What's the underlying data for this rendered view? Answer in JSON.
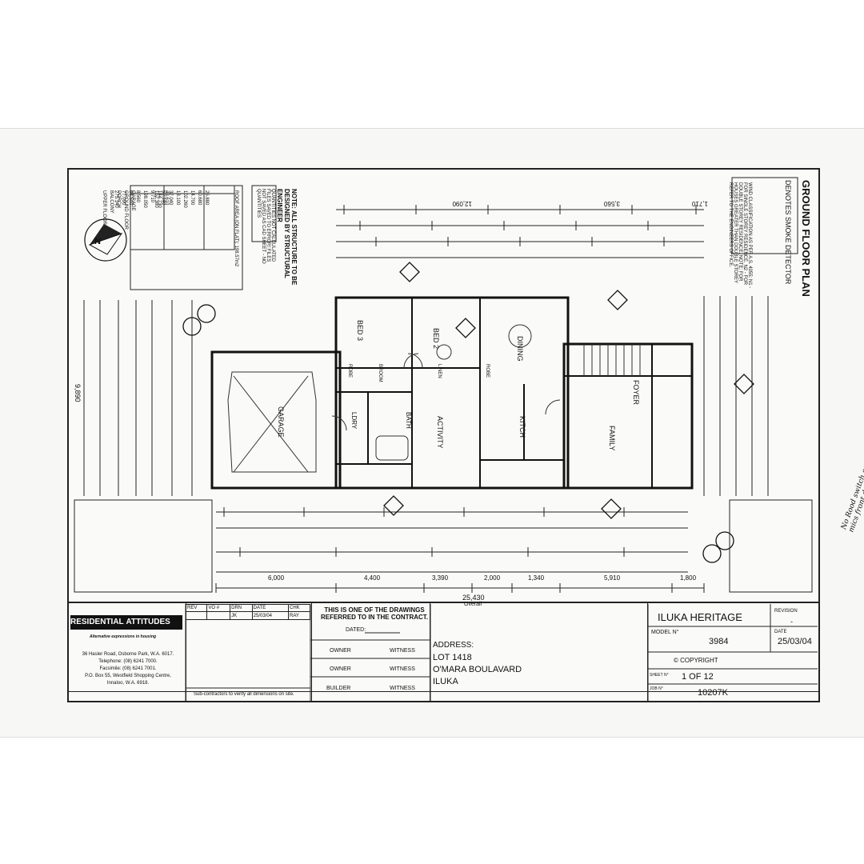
{
  "title_block": {
    "company": {
      "name_part1": "RESIDENTIAL",
      "name_part2": "ATTITUDES",
      "tagline": "Alternative expressions in housing",
      "address": [
        "36 Hasler Road, Osborne Park, W.A. 6017.",
        "Telephone: (08) 6241 7000.",
        "Facsimile: (08) 6241 7001.",
        "P.O. Box 55, Westfield Shopping Centre,",
        "Innaloo, W.A. 6918."
      ]
    },
    "revision_table": {
      "headers": [
        "REV",
        "VO #",
        "DRN",
        "DATE",
        "CHK"
      ],
      "row": [
        "",
        "",
        "JK",
        "25/03/04",
        "RAY"
      ]
    },
    "subcontractor_note": "Sub-contractors to verify all dimensions on site.",
    "contract_note": "THIS IS ONE OF THE DRAWINGS REFERRED TO IN THE CONTRACT.",
    "dated_label": "DATED:",
    "signatures": [
      [
        "OWNER",
        "WITNESS"
      ],
      [
        "OWNER",
        "WITNESS"
      ],
      [
        "BUILDER",
        "WITNESS"
      ]
    ],
    "address_label": "ADDRESS:",
    "address_lines": [
      "LOT 1418",
      "O'MARA BOULAVARD",
      "ILUKA"
    ],
    "project_name": "ILUKA HERITAGE",
    "revision_label": "REVISION",
    "revision_value": "-",
    "model_label": "MODEL N°",
    "model_value": "3984",
    "date_label": "DATE",
    "date_value": "25/03/04",
    "copyright": "© COPYRIGHT",
    "sheet_label": "SHEET N°",
    "sheet_value": "1 OF 12",
    "job_label": "JOB N°",
    "job_value": "10207K"
  },
  "plan": {
    "title": "GROUND FLOOR PLAN",
    "smoke_detector": "DENOTES SMOKE DETECTOR",
    "wind_note": "WIND CLASSIFICATION AS PER A.S. 4055: N1 - FOR SINGLE STOREY RESIDENCE. N2 - FOR DOUBLE STOREY RESIDENCE. NOTE: FOR HOUSES GREATER THAN DOUBLE STOREY REFER TO THE ENGINEERS OFFICE.",
    "structure_note": "NOTE: ALL STRUCTURE TO BE DESIGNED BY STRUCTURAL ENGINEER",
    "quantities_note": "QUANTITIES NOT CALCULATED FILES SAVED TO ERROR! FILES NOT SAVED AS CAD SHEET - NO QUANTITIES",
    "rooms": [
      "BED 3",
      "BED 2",
      "DINING",
      "GARAGE",
      "ACTIVITY",
      "KITCH",
      "FAMILY",
      "LDRY",
      "BATH",
      "ROBE",
      "BROOM",
      "LINEN",
      "ROBE",
      "FOYER"
    ],
    "overall_width": "25,430",
    "overall_label": "Overall",
    "overall_depth": "9,890",
    "area_table": {
      "headers": [
        "Location",
        "Area m2",
        "Perimeter m"
      ],
      "rows": [
        [
          "Ground floor",
          "",
          ""
        ],
        [
          "GARAGE",
          "43.610",
          "26.880"
        ],
        [
          "GROUND FLOOR",
          "144.730",
          "60.680"
        ],
        [
          "PORCH",
          "9.710",
          "14.700"
        ],
        [
          "",
          "198.050",
          "102.260"
        ],
        [
          "1st floor",
          "",
          ""
        ],
        [
          "BALCONY",
          "8.560",
          "13.100"
        ],
        [
          "UPPER FLOOR",
          "68.540",
          "37.040"
        ],
        [
          "",
          "77.090",
          "50.140"
        ],
        [
          "",
          "275.140",
          "152.380"
        ]
      ],
      "footer": "ROOF AREA (ON FLAT): 198.57m2"
    },
    "dims_top": [
      "12,090",
      "3,560",
      "1,710"
    ],
    "dims_bottom": [
      "6,000",
      "4,400",
      "3,390",
      "2,000",
      "1,340",
      "5,910",
      "1,800"
    ],
    "handwritten": "No Rood switch on front door. Detector should muss mics front door.",
    "north": "N"
  }
}
